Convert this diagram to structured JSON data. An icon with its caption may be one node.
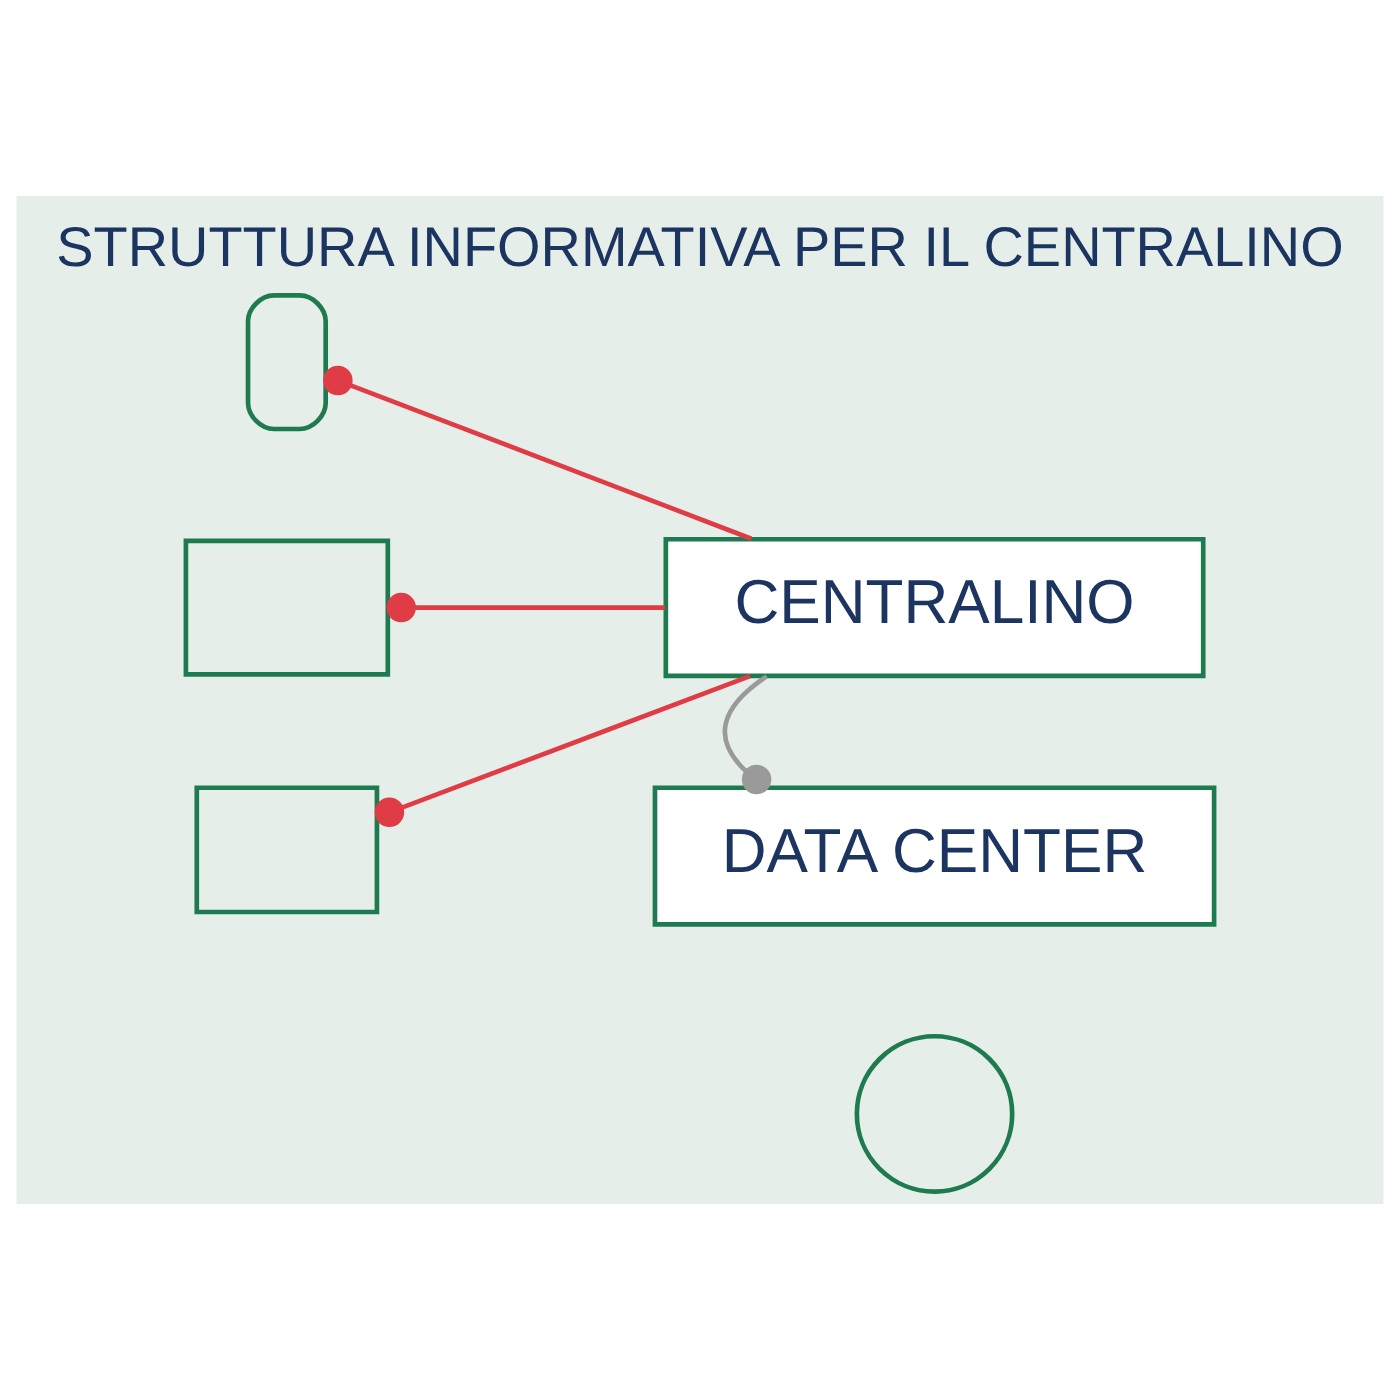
{
  "diagram": {
    "title": "STRUTTURA INFORMATIVA PER IL CENTRALINO",
    "nodes": [
      {
        "text": [],
        "shape": "box"
      },
      {
        "text": [],
        "shape": "box"
      },
      {
        "text": [],
        "shape": "box"
      },
      {
        "text": [
          "CENTRALINO"
        ]
      },
      {
        "text": [
          "DATA CENTER"
        ]
      },
      {
        "text": [],
        "shape": "circle"
      }
    ],
    "edges": [
      {
        "from": 0,
        "to": 3,
        "arrow": "other"
      },
      {
        "from": 1,
        "to": 3,
        "arrow": "other"
      },
      {
        "from": 2,
        "to": 3,
        "arrow": "other"
      },
      {
        "from": 4,
        "to": 3,
        "arrow": "other",
        "color": "#9a9a9a"
      }
    ]
  }
}
